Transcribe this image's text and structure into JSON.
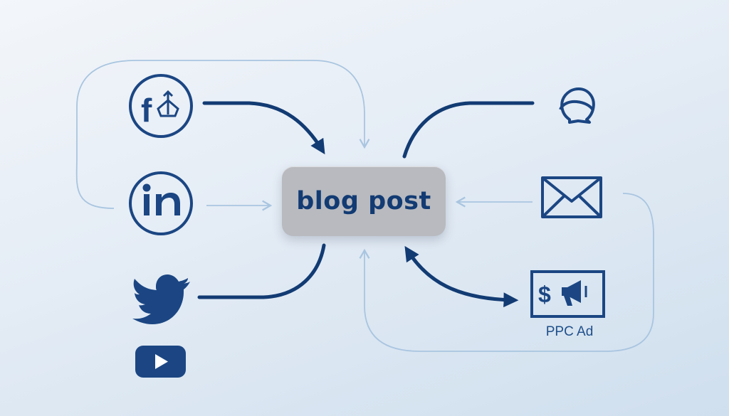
{
  "center_node": {
    "label": "blog post"
  },
  "nodes": [
    {
      "id": "facebook",
      "icon": "facebook-icon"
    },
    {
      "id": "linkedin",
      "icon": "linkedin-icon"
    },
    {
      "id": "twitter",
      "icon": "twitter-icon"
    },
    {
      "id": "youtube",
      "icon": "youtube-icon"
    },
    {
      "id": "chat",
      "icon": "chat-bubble-icon"
    },
    {
      "id": "email",
      "icon": "envelope-icon"
    },
    {
      "id": "ppc",
      "icon": "ppc-ad-icon",
      "label": "PPC Ad"
    }
  ],
  "colors": {
    "primary": "#123b73",
    "icon": "#1b4683",
    "thin_line": "#a9c5e0",
    "center_box": "#b8babf"
  }
}
